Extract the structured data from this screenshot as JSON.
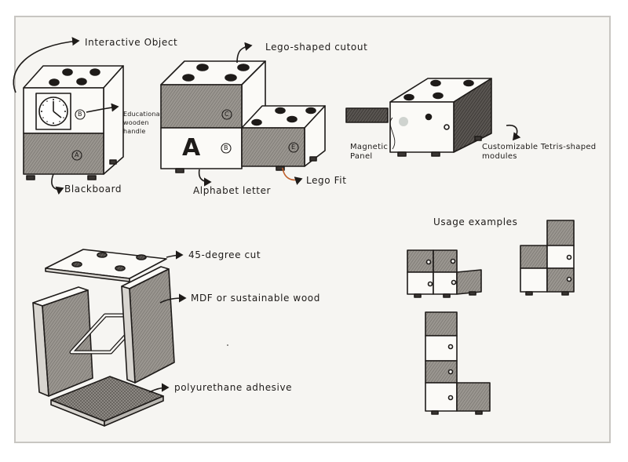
{
  "labels": {
    "interactive_object": "Interactive Object",
    "lego_cutout": "Lego-shaped cutout",
    "educational_handle": [
      "Educational",
      "wooden",
      "handle"
    ],
    "blackboard": "Blackboard",
    "alphabet_letter": "Alphabet letter",
    "lego_fit": "Lego Fit",
    "magnetic_panel": [
      "Magnetic",
      "Panel"
    ],
    "tetris_modules": [
      "Customizable Tetris-shaped",
      "modules"
    ],
    "usage_examples": "Usage examples",
    "cut_45": "45-degree cut",
    "mdf": "MDF or sustainable wood",
    "adhesive": "polyurethane adhesive"
  },
  "block_letters": {
    "big_a": "A",
    "b1": "B",
    "a1": "A",
    "c": "C",
    "b2": "B",
    "e": "E"
  },
  "colors": {
    "ink": "#1e1b19",
    "face_light": "#fbfaf7",
    "face_shade": "#8f8b86",
    "face_dark": "#3a3633",
    "background": "#f6f5f2"
  }
}
